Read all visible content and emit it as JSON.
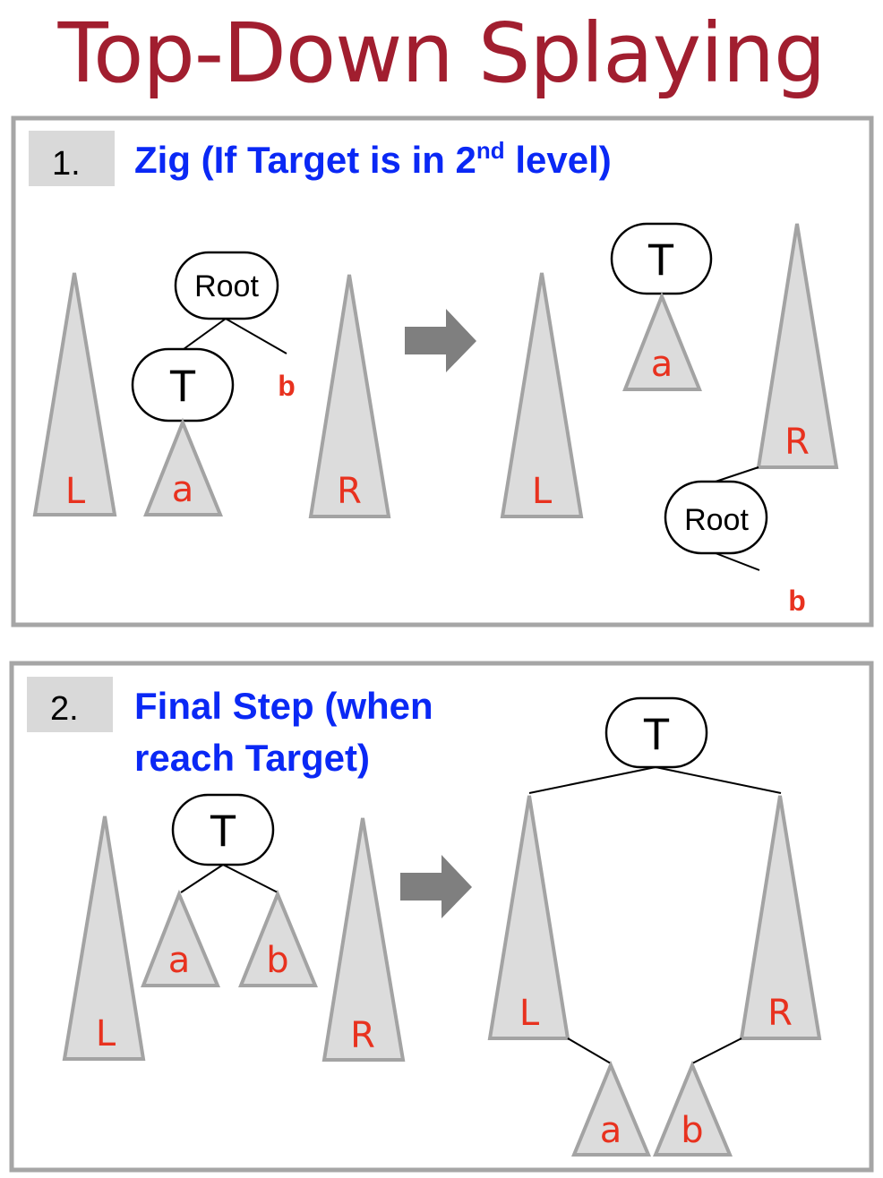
{
  "title": "Top-Down Splaying",
  "steps": [
    {
      "number": "1.",
      "heading_main": "Zig (If Target is in 2",
      "heading_sup": "nd",
      "heading_tail": " level)",
      "before": {
        "left": "L",
        "right": "R",
        "root": "Root",
        "target": "T",
        "sub_a": "a",
        "sub_b": "b"
      },
      "after": {
        "left": "L",
        "right": "R",
        "root": "Root",
        "target": "T",
        "sub_a": "a",
        "sub_b": "b"
      }
    },
    {
      "number": "2.",
      "heading_line1": "Final Step (when",
      "heading_line2": "reach Target)",
      "before": {
        "left": "L",
        "right": "R",
        "target": "T",
        "sub_a": "a",
        "sub_b": "b"
      },
      "after": {
        "left": "L",
        "right": "R",
        "target": "T",
        "sub_a": "a",
        "sub_b": "b"
      }
    }
  ],
  "colors": {
    "title": "#a11e2f",
    "heading": "#0a28f5",
    "label": "#e8321f",
    "triangle_fill": "#dcdcdc",
    "triangle_stroke": "#a3a3a3",
    "arrow": "#7f7f7f"
  },
  "icons": {
    "transition": "right-arrow-icon"
  }
}
